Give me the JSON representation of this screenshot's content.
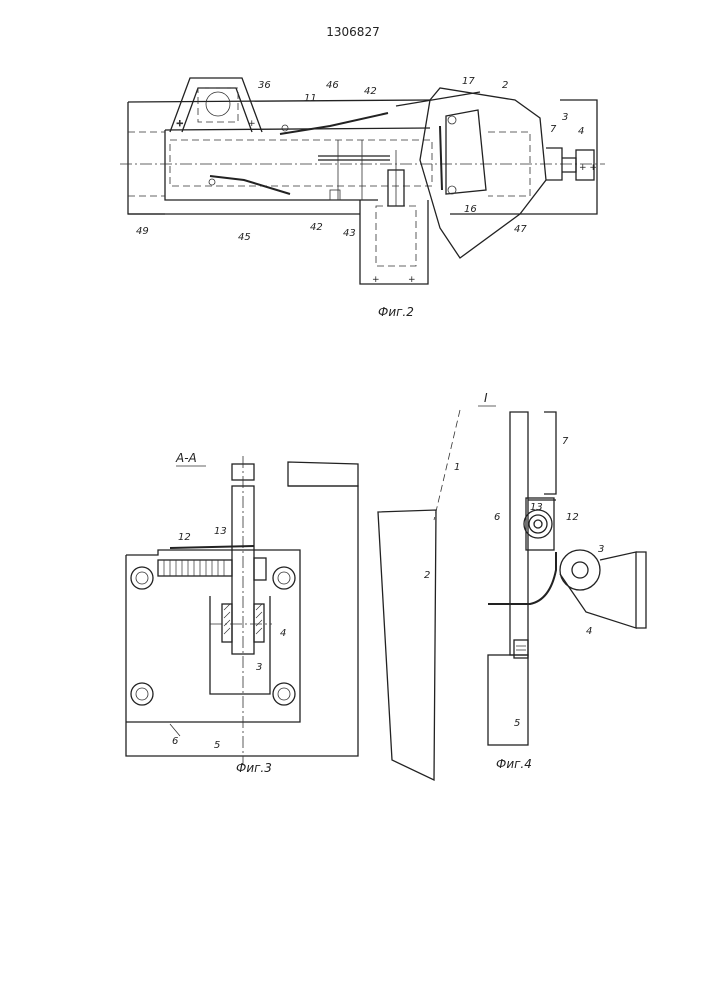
{
  "patent_number": "1306827",
  "figures": {
    "fig2": {
      "caption": "Фиг.2",
      "labels": [
        "36",
        "11",
        "46",
        "42",
        "17",
        "2",
        "3",
        "7",
        "4",
        "49",
        "45",
        "42",
        "43",
        "16",
        "47"
      ]
    },
    "fig3": {
      "section_label": "А-А",
      "caption": "Фиг.3",
      "labels": [
        "12",
        "13",
        "4",
        "3",
        "6",
        "5"
      ]
    },
    "fig4": {
      "detail_label": "I",
      "caption": "Фиг.4",
      "labels": [
        "1",
        "2",
        "7",
        "13",
        "6",
        "12",
        "3",
        "4",
        "5"
      ]
    }
  }
}
